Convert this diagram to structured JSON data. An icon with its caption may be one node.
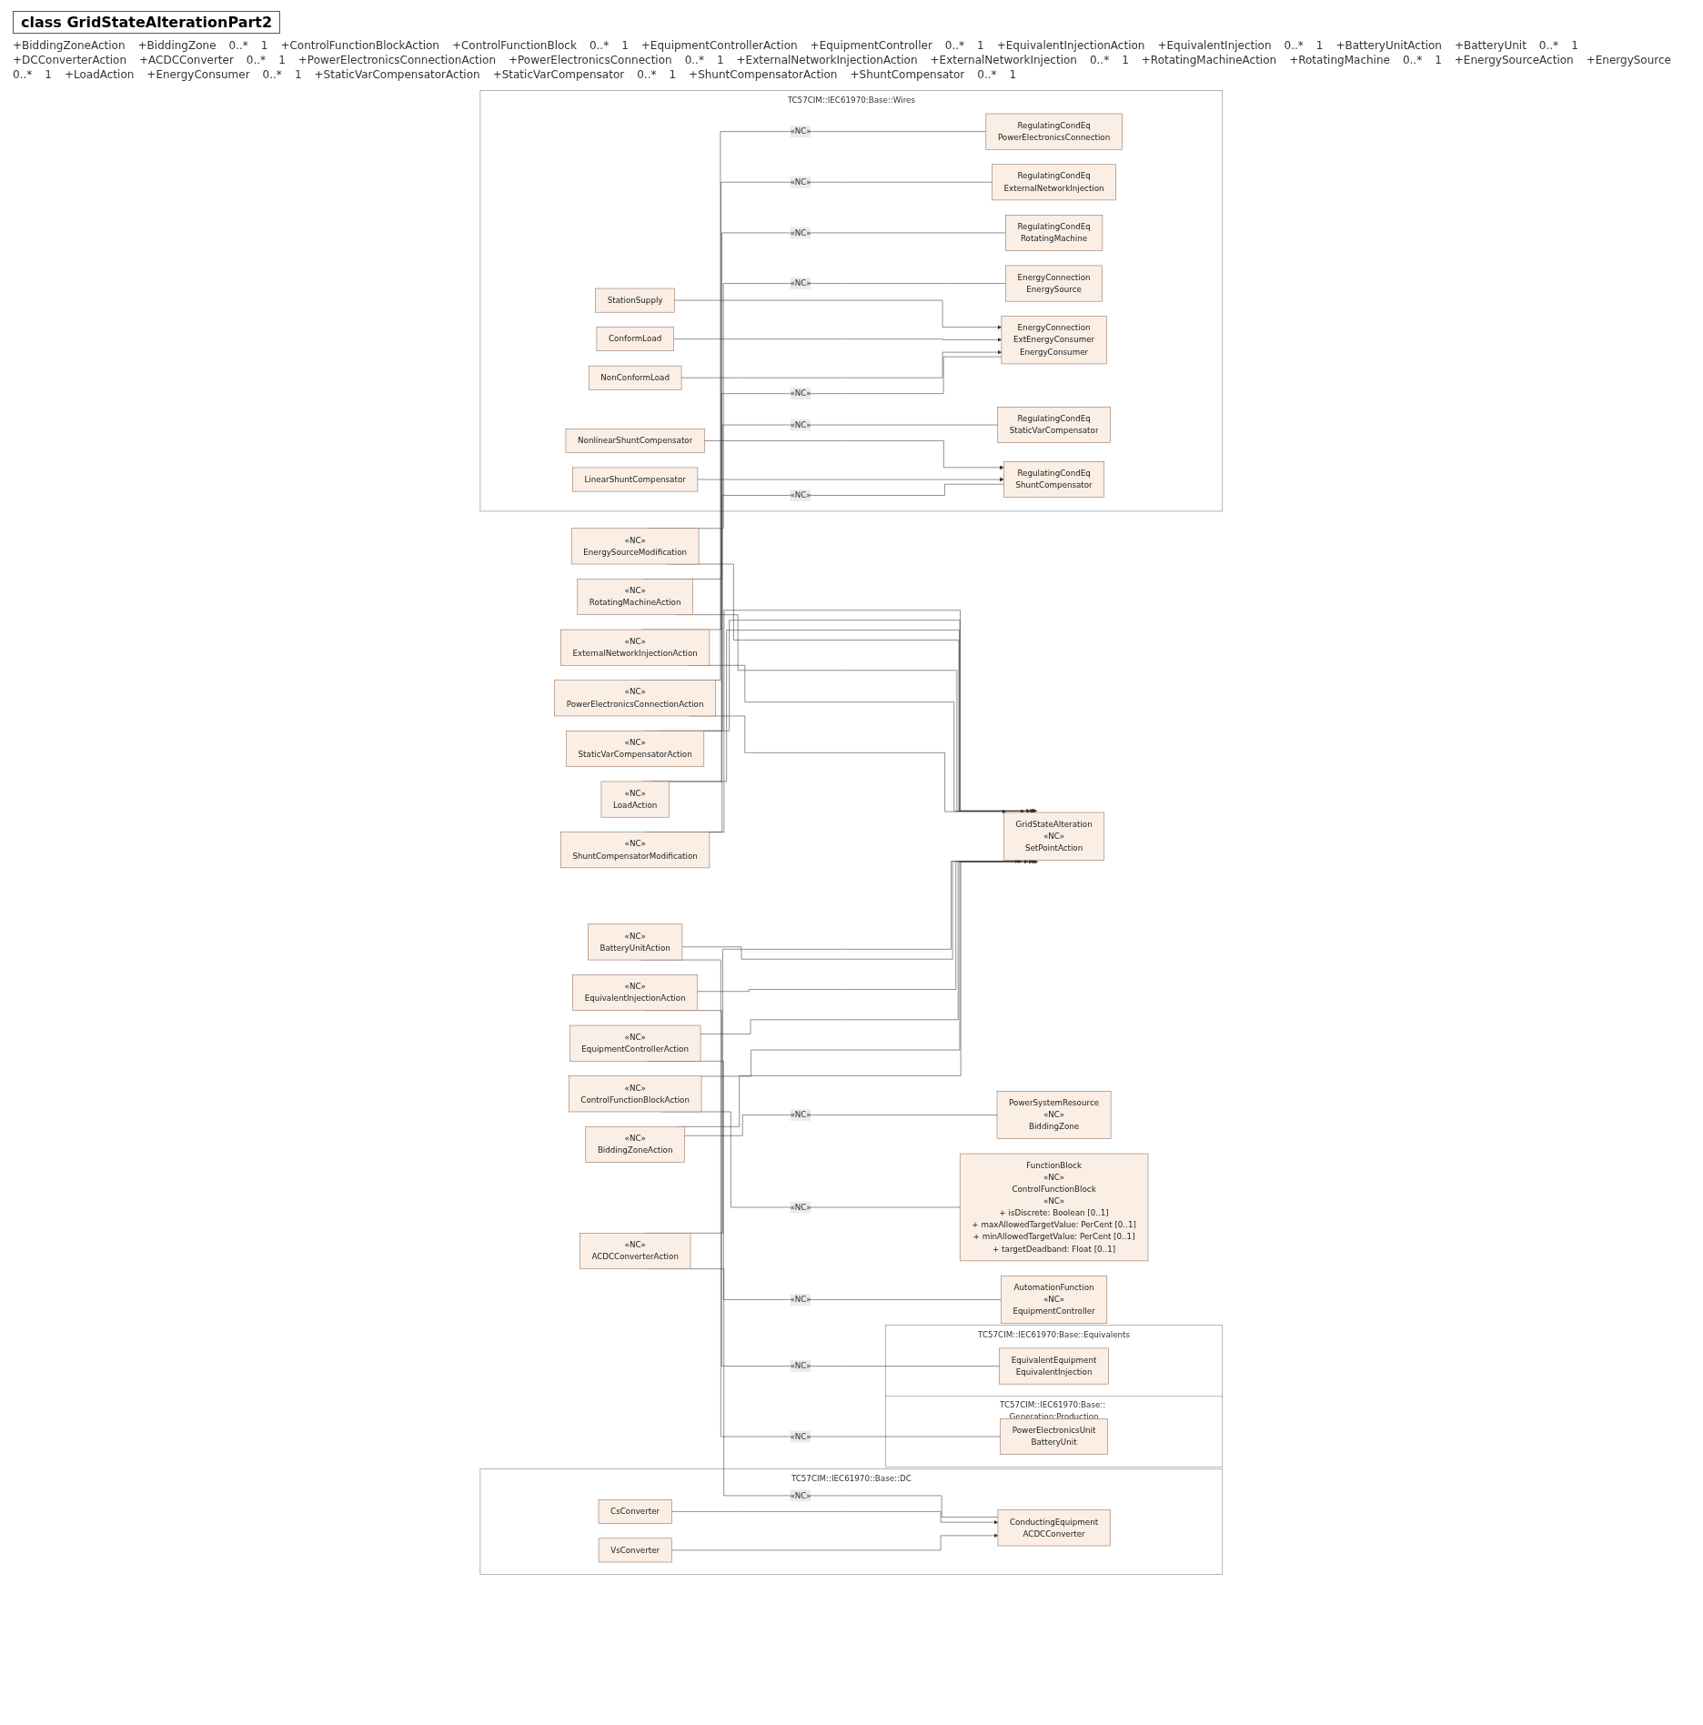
{
  "diagram": {
    "title": "class GridStateAlterationPart2",
    "nodes": [
      {
        "text": [
          "GridStateAlteration",
          "«NC»",
          "SetPointAction"
        ]
      },
      {
        "text": [
          "«NC»",
          "BiddingZoneAction"
        ]
      },
      {
        "text": [
          "PowerSystemResource",
          "«NC»",
          "BiddingZone"
        ]
      },
      {
        "text": [
          "«NC»",
          "ControlFunctionBlockAction"
        ]
      },
      {
        "text": [
          "FunctionBlock",
          "«NC»",
          "ControlFunctionBlock",
          "«NC»",
          "+ isDiscrete: Boolean [0..1]",
          "+ maxAllowedTargetValue: PerCent [0..1]",
          "+ minAllowedTargetValue: PerCent [0..1]",
          "+ targetDeadband: Float [0..1]"
        ]
      },
      {
        "text": [
          "«NC»",
          "EquipmentControllerAction"
        ]
      },
      {
        "text": [
          "AutomationFunction",
          "«NC»",
          "EquipmentController"
        ]
      },
      {
        "text": [
          "«NC»",
          "EquivalentInjectionAction"
        ]
      },
      {
        "text": [
          "TC57CIM::IEC61970:Base::Equivalents"
        ]
      },
      {
        "text": [
          "EquivalentEquipment",
          "EquivalentInjection"
        ],
        "in": 8
      },
      {
        "text": [
          "«NC»",
          "BatteryUnitAction"
        ]
      },
      {
        "text": [
          "TC57CIM::IEC61970:Base:: Generation:Production"
        ]
      },
      {
        "text": [
          "PowerElectronicsUnit",
          "BatteryUnit"
        ],
        "in": 11
      },
      {
        "text": [
          "TC57CIM::IEC61970::Base::DC"
        ]
      },
      {
        "text": [
          "ConductingEquipment",
          "ACDCConverter"
        ],
        "in": 13
      },
      {
        "text": [
          "VsConverter"
        ],
        "in": 13
      },
      {
        "text": [
          "CsConverter"
        ],
        "in": 13
      },
      {
        "text": [
          "«NC»",
          "ACDCConverterAction"
        ]
      },
      {
        "text": [
          "TC57CIM::IEC61970:Base::Wires"
        ]
      },
      {
        "text": [
          "«NC»",
          "PowerElectronicsConnectionAction"
        ]
      },
      {
        "text": [
          "RegulatingCondEq",
          "PowerElectronicsConnection"
        ],
        "in": 18
      },
      {
        "text": [
          "«NC»",
          "ExternalNetworkInjectionAction"
        ]
      },
      {
        "text": [
          "RegulatingCondEq",
          "ExternalNetworkInjection"
        ],
        "in": 18
      },
      {
        "text": [
          "«NC»",
          "RotatingMachineAction"
        ]
      },
      {
        "text": [
          "RegulatingCondEq",
          "RotatingMachine"
        ],
        "in": 18
      },
      {
        "text": [
          "«NC»",
          "EnergySourceModification"
        ]
      },
      {
        "text": [
          "EnergyConnection",
          "EnergySource"
        ],
        "in": 18
      },
      {
        "text": [
          "«NC»",
          "LoadAction"
        ]
      },
      {
        "text": [
          "EnergyConnection",
          "ExtEnergyConsumer",
          "EnergyConsumer"
        ],
        "in": 18
      },
      {
        "text": [
          "NonConformLoad"
        ],
        "in": 18
      },
      {
        "text": [
          "ConformLoad"
        ],
        "in": 18
      },
      {
        "text": [
          "StationSupply"
        ],
        "in": 18
      },
      {
        "text": [
          "«NC»",
          "StaticVarCompensatorAction"
        ]
      },
      {
        "text": [
          "RegulatingCondEq",
          "StaticVarCompensator"
        ],
        "in": 18
      },
      {
        "text": [
          "«NC»",
          "ShuntCompensatorModification"
        ]
      },
      {
        "text": [
          "RegulatingCondEq",
          "ShuntCompensator"
        ],
        "in": 18
      },
      {
        "text": [
          "LinearShuntCompensator"
        ],
        "in": 18
      },
      {
        "text": [
          "NonlinearShuntCompensator"
        ],
        "in": 18
      }
    ],
    "edges": [
      {
        "from": 1,
        "to": 0,
        "arrow": "to"
      },
      {
        "from": 1,
        "to": 2,
        "arrow": "none",
        "label": "«NC»"
      },
      {
        "from": 3,
        "to": 0,
        "arrow": "to"
      },
      {
        "from": 3,
        "to": 4,
        "arrow": "none",
        "label": "«NC»"
      },
      {
        "from": 5,
        "to": 0,
        "arrow": "to"
      },
      {
        "from": 5,
        "to": 6,
        "arrow": "none",
        "label": "«NC»"
      },
      {
        "from": 7,
        "to": 0,
        "arrow": "to"
      },
      {
        "from": 7,
        "to": 9,
        "arrow": "none",
        "label": "«NC»"
      },
      {
        "from": 10,
        "to": 0,
        "arrow": "to"
      },
      {
        "from": 10,
        "to": 12,
        "arrow": "none",
        "label": "«NC»"
      },
      {
        "from": 15,
        "to": 14,
        "arrow": "to"
      },
      {
        "from": 16,
        "to": 14,
        "arrow": "to"
      },
      {
        "from": 17,
        "to": 0,
        "arrow": "to"
      },
      {
        "from": 17,
        "to": 14,
        "arrow": "none",
        "label": "«NC»"
      },
      {
        "from": 19,
        "to": 0,
        "arrow": "to"
      },
      {
        "from": 19,
        "to": 20,
        "arrow": "none",
        "label": "«NC»"
      },
      {
        "from": 21,
        "to": 0,
        "arrow": "to"
      },
      {
        "from": 21,
        "to": 22,
        "arrow": "none",
        "label": "«NC»"
      },
      {
        "from": 23,
        "to": 0,
        "arrow": "to"
      },
      {
        "from": 23,
        "to": 24,
        "arrow": "none",
        "label": "«NC»"
      },
      {
        "from": 25,
        "to": 0,
        "arrow": "to"
      },
      {
        "from": 25,
        "to": 26,
        "arrow": "none",
        "label": "«NC»"
      },
      {
        "from": 27,
        "to": 0,
        "arrow": "to"
      },
      {
        "from": 27,
        "to": 28,
        "arrow": "none",
        "label": "«NC»"
      },
      {
        "from": 29,
        "to": 28,
        "arrow": "to"
      },
      {
        "from": 30,
        "to": 28,
        "arrow": "to"
      },
      {
        "from": 31,
        "to": 28,
        "arrow": "to"
      },
      {
        "from": 32,
        "to": 0,
        "arrow": "to"
      },
      {
        "from": 32,
        "to": 33,
        "arrow": "none",
        "label": "«NC»"
      },
      {
        "from": 34,
        "to": 0,
        "arrow": "to"
      },
      {
        "from": 34,
        "to": 35,
        "arrow": "none",
        "label": "«NC»"
      },
      {
        "from": 36,
        "to": 35,
        "arrow": "to"
      },
      {
        "from": 37,
        "to": 35,
        "arrow": "to"
      }
    ],
    "labels": [
      "+BiddingZoneAction",
      "+BiddingZone",
      "0..*",
      "1",
      "+ControlFunctionBlockAction",
      "+ControlFunctionBlock",
      "0..*",
      "1",
      "+EquipmentControllerAction",
      "+EquipmentController",
      "0..*",
      "1",
      "+EquivalentInjectionAction",
      "+EquivalentInjection",
      "0..*",
      "1",
      "+BatteryUnitAction",
      "+BatteryUnit",
      "0..*",
      "1",
      "+DCConverterAction",
      "+ACDCConverter",
      "0..*",
      "1",
      "+PowerElectronicsConnectionAction",
      "+PowerElectronicsConnection",
      "0..*",
      "1",
      "+ExternalNetworkInjectionAction",
      "+ExternalNetworkInjection",
      "0..*",
      "1",
      "+RotatingMachineAction",
      "+RotatingMachine",
      "0..*",
      "1",
      "+EnergySourceAction",
      "+EnergySource",
      "0..*",
      "1",
      "+LoadAction",
      "+EnergyConsumer",
      "0..*",
      "1",
      "+StaticVarCompensatorAction",
      "+StaticVarCompensator",
      "0..*",
      "1",
      "+ShuntCompensatorAction",
      "+ShuntCompensator",
      "0..*",
      "1"
    ]
  }
}
